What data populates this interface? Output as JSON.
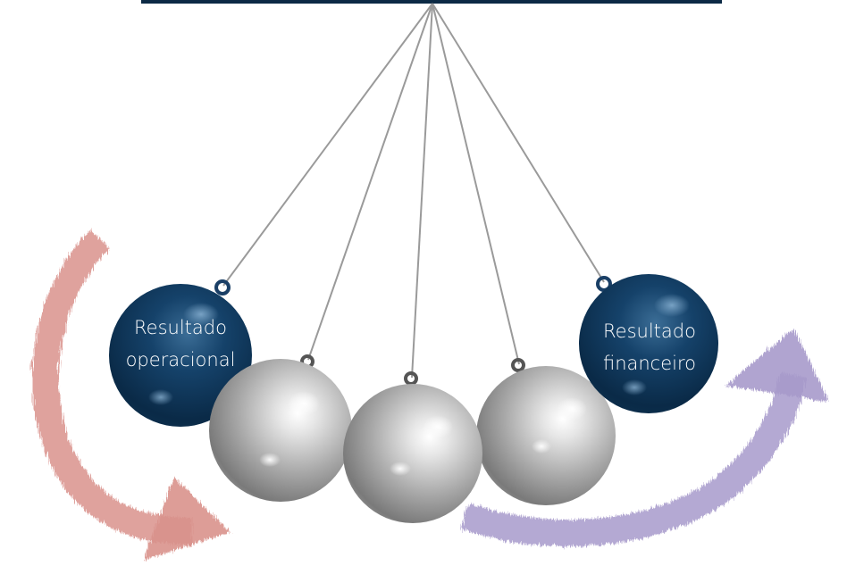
{
  "labels": {
    "left_ball": [
      "Resultado",
      "operacional"
    ],
    "right_ball": [
      "Resultado",
      "financeiro"
    ]
  },
  "colors": {
    "top_bar": "#0c2a45",
    "ball_dark": "#0e3658",
    "ball_silver": "#b8b8b8",
    "string": "#9a9a9a",
    "arrow_left": "#d9928c",
    "arrow_right": "#a79acb"
  },
  "icons": {
    "left_arrow": "curved-arrow-down-right-icon",
    "right_arrow": "curved-arrow-up-right-icon"
  }
}
